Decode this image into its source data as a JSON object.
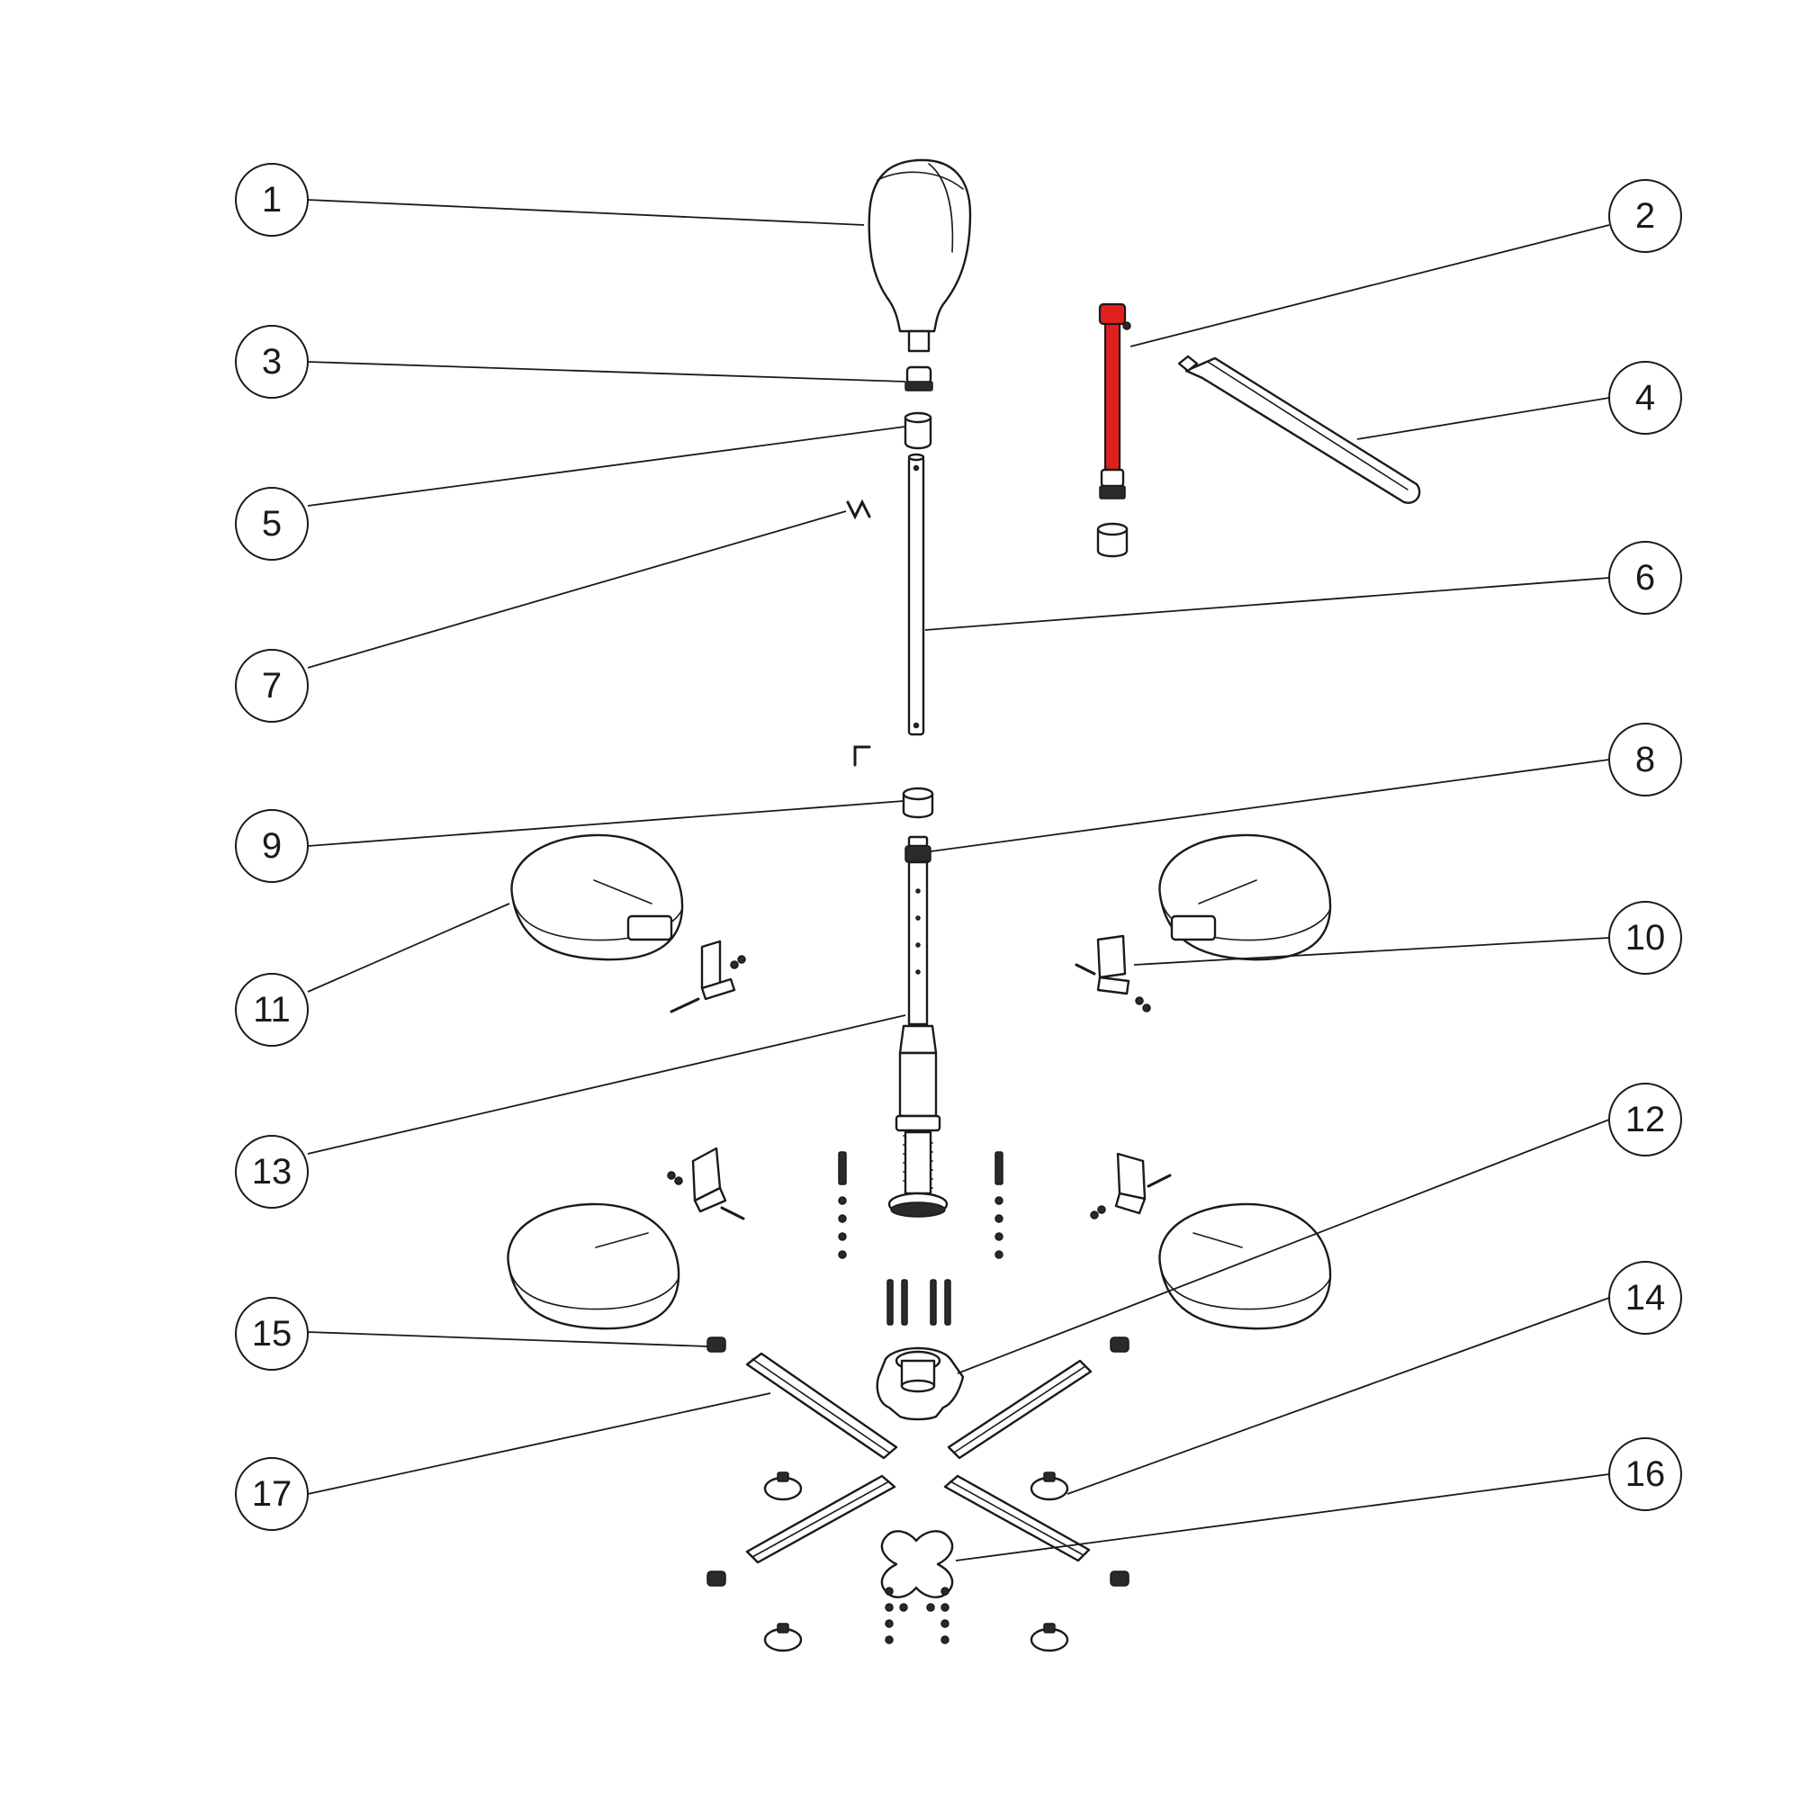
{
  "diagram": {
    "highlight_color": "#e0201f",
    "callouts": [
      {
        "id": "1",
        "label": "1"
      },
      {
        "id": "2",
        "label": "2"
      },
      {
        "id": "3",
        "label": "3"
      },
      {
        "id": "4",
        "label": "4"
      },
      {
        "id": "5",
        "label": "5"
      },
      {
        "id": "6",
        "label": "6"
      },
      {
        "id": "7",
        "label": "7"
      },
      {
        "id": "8",
        "label": "8"
      },
      {
        "id": "9",
        "label": "9"
      },
      {
        "id": "10",
        "label": "10"
      },
      {
        "id": "11",
        "label": "11"
      },
      {
        "id": "12",
        "label": "12"
      },
      {
        "id": "13",
        "label": "13"
      },
      {
        "id": "14",
        "label": "14"
      },
      {
        "id": "15",
        "label": "15"
      },
      {
        "id": "16",
        "label": "16"
      },
      {
        "id": "17",
        "label": "17"
      }
    ]
  }
}
